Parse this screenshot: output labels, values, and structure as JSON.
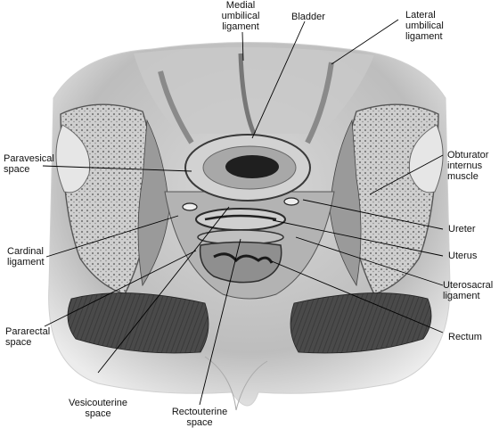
{
  "figure": {
    "labels": {
      "medial_umbilical": [
        "Medial",
        "umbilical",
        "ligament"
      ],
      "bladder": "Bladder",
      "lateral_umbilical": [
        "Lateral",
        "umbilical",
        "ligament"
      ],
      "paravesical": [
        "Paravesical",
        "space"
      ],
      "obturator": [
        "Obturator",
        "internus",
        "muscle"
      ],
      "ureter": "Ureter",
      "cardinal": [
        "Cardinal",
        "ligament"
      ],
      "uterus": "Uterus",
      "uterosacral": [
        "Uterosacral",
        "ligament"
      ],
      "pararectal": [
        "Pararectal",
        "space"
      ],
      "rectum": "Rectum",
      "vesicouterine": [
        "Vesicouterine",
        "space"
      ],
      "rectouterine": [
        "Rectouterine",
        "space"
      ]
    }
  }
}
